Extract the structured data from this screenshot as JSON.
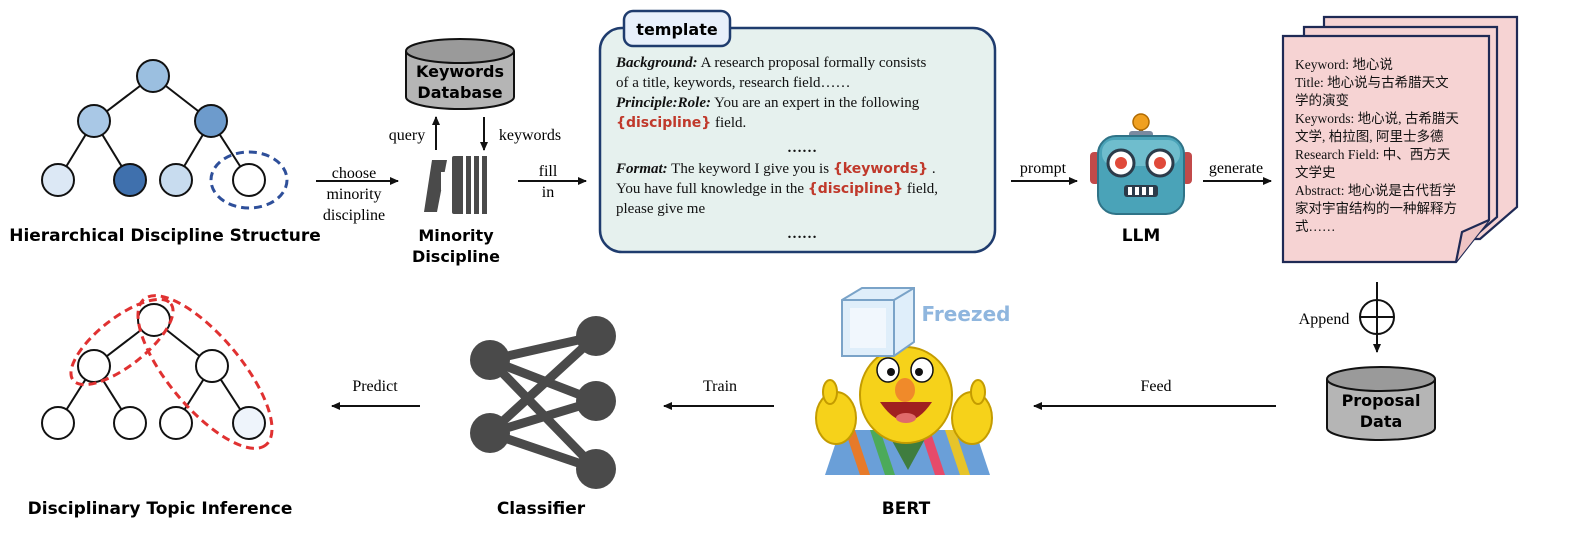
{
  "hierarchy": {
    "caption": "Hierarchical Discipline Structure"
  },
  "choose": {
    "line1": "choose",
    "line2": "minority",
    "line3": "discipline"
  },
  "kwdb": {
    "line1": "Keywords",
    "line2": "Database",
    "query": "query",
    "keywords": "keywords"
  },
  "minority": {
    "line1": "Minority",
    "line2": "Discipline"
  },
  "fill": {
    "line1": "fill",
    "line2": "in"
  },
  "template": {
    "tag": "template",
    "bg_label": "Background:",
    "bg_text1": " A research proposal formally consists",
    "bg_text2": "of a title, keywords, research field……",
    "role_label": "Principle:Role:",
    "role_text": " You are an expert in the following",
    "role_var": "{discipline}",
    "role_tail": " field.",
    "ellipsis1": "……",
    "fmt_label": "Format:",
    "fmt_text": " The keyword I give you is ",
    "fmt_var": "{keywords}",
    "fmt_tail": " .",
    "fmt2_text": "You have full knowledge in the ",
    "fmt2_var": "{discipline}",
    "fmt2_tail": " field,",
    "fmt3": "please give me",
    "ellipsis2": "……"
  },
  "prompt": "prompt",
  "llm": "LLM",
  "generate": "generate",
  "proposal_doc": {
    "l1": "Keyword: 地心说",
    "l2": "Title: 地心说与古希腊天文",
    "l3": "学的演变",
    "l4": "Keywords: 地心说, 古希腊天",
    "l5": "文学, 柏拉图, 阿里士多德",
    "l6": "Research Field: 中、西方天",
    "l7": "文学史",
    "l8": "Abstract: 地心说是古代哲学",
    "l9": "家对宇宙结构的一种解释方",
    "l10": "式……"
  },
  "append": "Append",
  "proposal_db": {
    "line1": "Proposal",
    "line2": "Data"
  },
  "feed": "Feed",
  "bert": {
    "label": "BERT",
    "freezed": "Freezed"
  },
  "train": "Train",
  "classifier": "Classifier",
  "predict": "Predict",
  "inference": "Disciplinary Topic Inference",
  "colors": {
    "node_light": "#d6e4f3",
    "node_mid": "#a9c8e6",
    "node_dark": "#4f84bd",
    "template_bg": "#e6f1ee",
    "template_border": "#1f3c6e",
    "doc_bg": "#f6d3d3",
    "db_fill": "#b5b5b5",
    "red_dash": "#e03131",
    "blue_dash": "#2e4f9a"
  }
}
